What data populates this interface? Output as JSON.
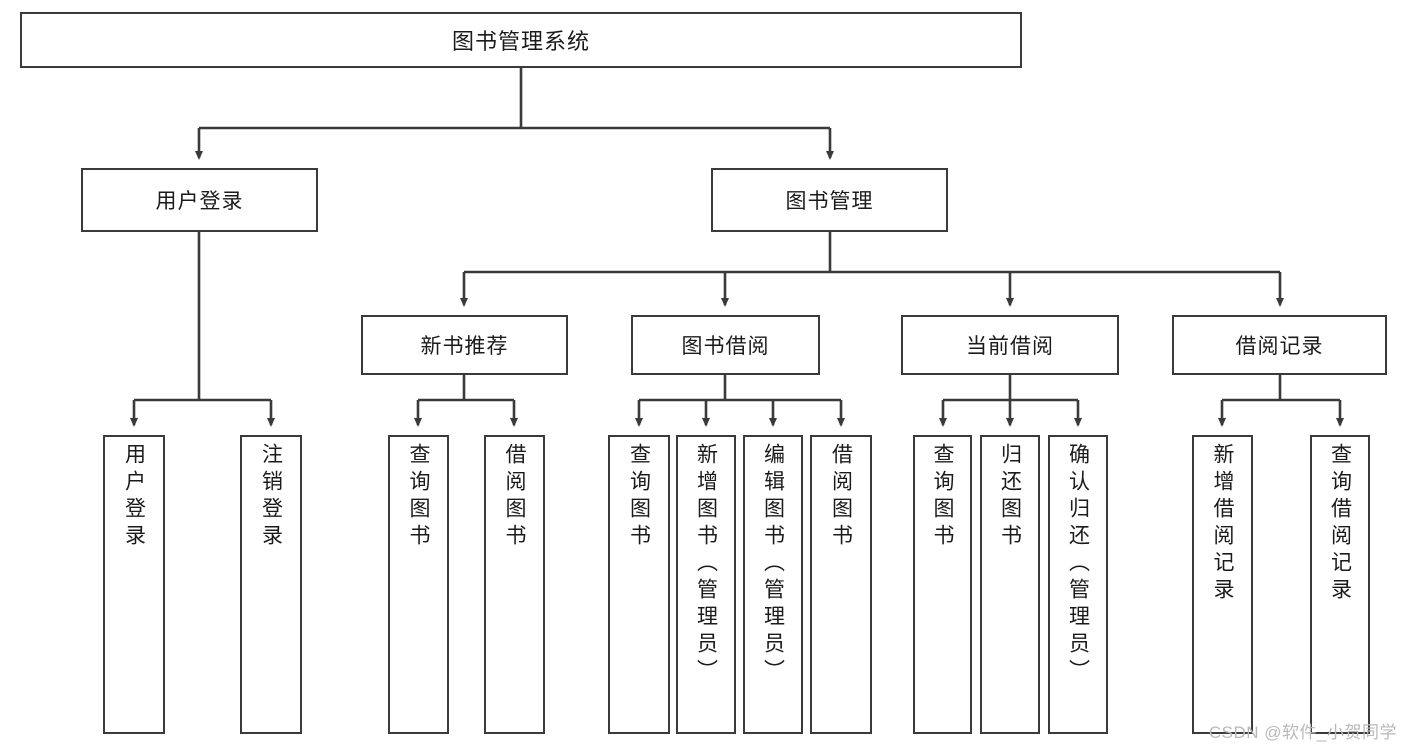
{
  "diagram": {
    "title": "图书管理系统",
    "root": {
      "label": "图书管理系统"
    },
    "level2": [
      {
        "label": "用户登录"
      },
      {
        "label": "图书管理"
      }
    ],
    "level3": [
      {
        "label": "新书推荐"
      },
      {
        "label": "图书借阅"
      },
      {
        "label": "当前借阅"
      },
      {
        "label": "借阅记录"
      }
    ],
    "leaves": [
      {
        "label": "用户登录"
      },
      {
        "label": "注销登录"
      },
      {
        "label": "查询图书"
      },
      {
        "label": "借阅图书"
      },
      {
        "label": "查询图书"
      },
      {
        "label": "新增图书（管理员）"
      },
      {
        "label": "编辑图书（管理员）"
      },
      {
        "label": "借阅图书"
      },
      {
        "label": "查询图书"
      },
      {
        "label": "归还图书"
      },
      {
        "label": "确认归还（管理员）"
      },
      {
        "label": "新增借阅记录"
      },
      {
        "label": "查询借阅记录"
      }
    ]
  },
  "watermark": {
    "text": "CSDN @软件_小贺同学"
  },
  "colors": {
    "stroke": "#3a3a3a",
    "fill": "#ffffff",
    "text": "#1b1b1b",
    "watermark": "#b9b9b9"
  }
}
